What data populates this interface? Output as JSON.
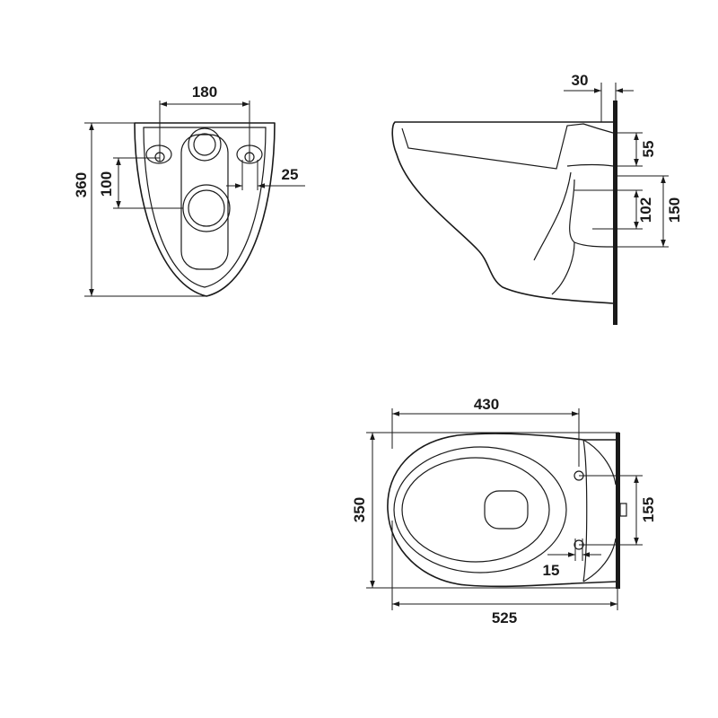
{
  "views": {
    "rear": {
      "dims": {
        "width_180": "180",
        "height_360": "360",
        "height_100": "100",
        "offset_25": "25"
      }
    },
    "side": {
      "dims": {
        "wall_30": "30",
        "height_55": "55",
        "height_102": "102",
        "height_150": "150"
      }
    },
    "top": {
      "dims": {
        "width_430": "430",
        "width_525": "525",
        "height_350": "350",
        "height_155": "155",
        "offset_15": "15"
      }
    }
  }
}
